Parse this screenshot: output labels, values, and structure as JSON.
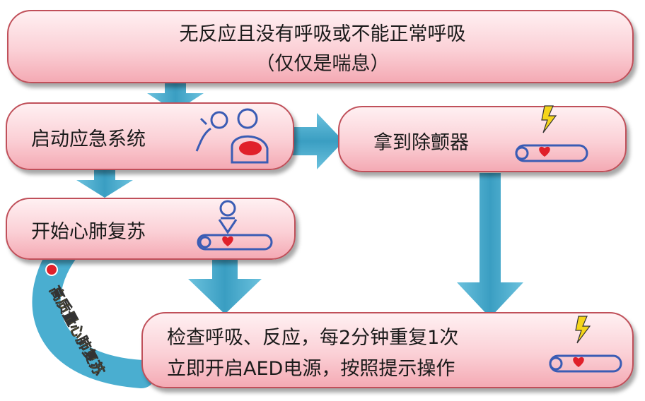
{
  "top_box": {
    "line1": "无反应且没有呼吸或不能正常呼吸",
    "line2": "（仅仅是喘息）"
  },
  "emergency_box": {
    "label": "启动应急系统",
    "icon": "rescuer-phone-icon"
  },
  "aed_box": {
    "label": "拿到除颤器",
    "icon": "lightning-heart-patient-icon"
  },
  "cpr_box": {
    "label": "开始心肺复苏",
    "icon": "cpr-compression-icon"
  },
  "check_box": {
    "line1": "检查呼吸、反应，每2分钟重复1次",
    "line2": "立即开启AED电源，按照提示操作",
    "icon": "lightning-heart-patient-icon"
  },
  "loop_label": "高质量心肺复苏",
  "colors": {
    "arrow": "#4aaed0",
    "box_border": "#c0505a",
    "box_fill": "#f4aab4",
    "loop_text": "#f5d51a",
    "heart": "#e0202a"
  }
}
